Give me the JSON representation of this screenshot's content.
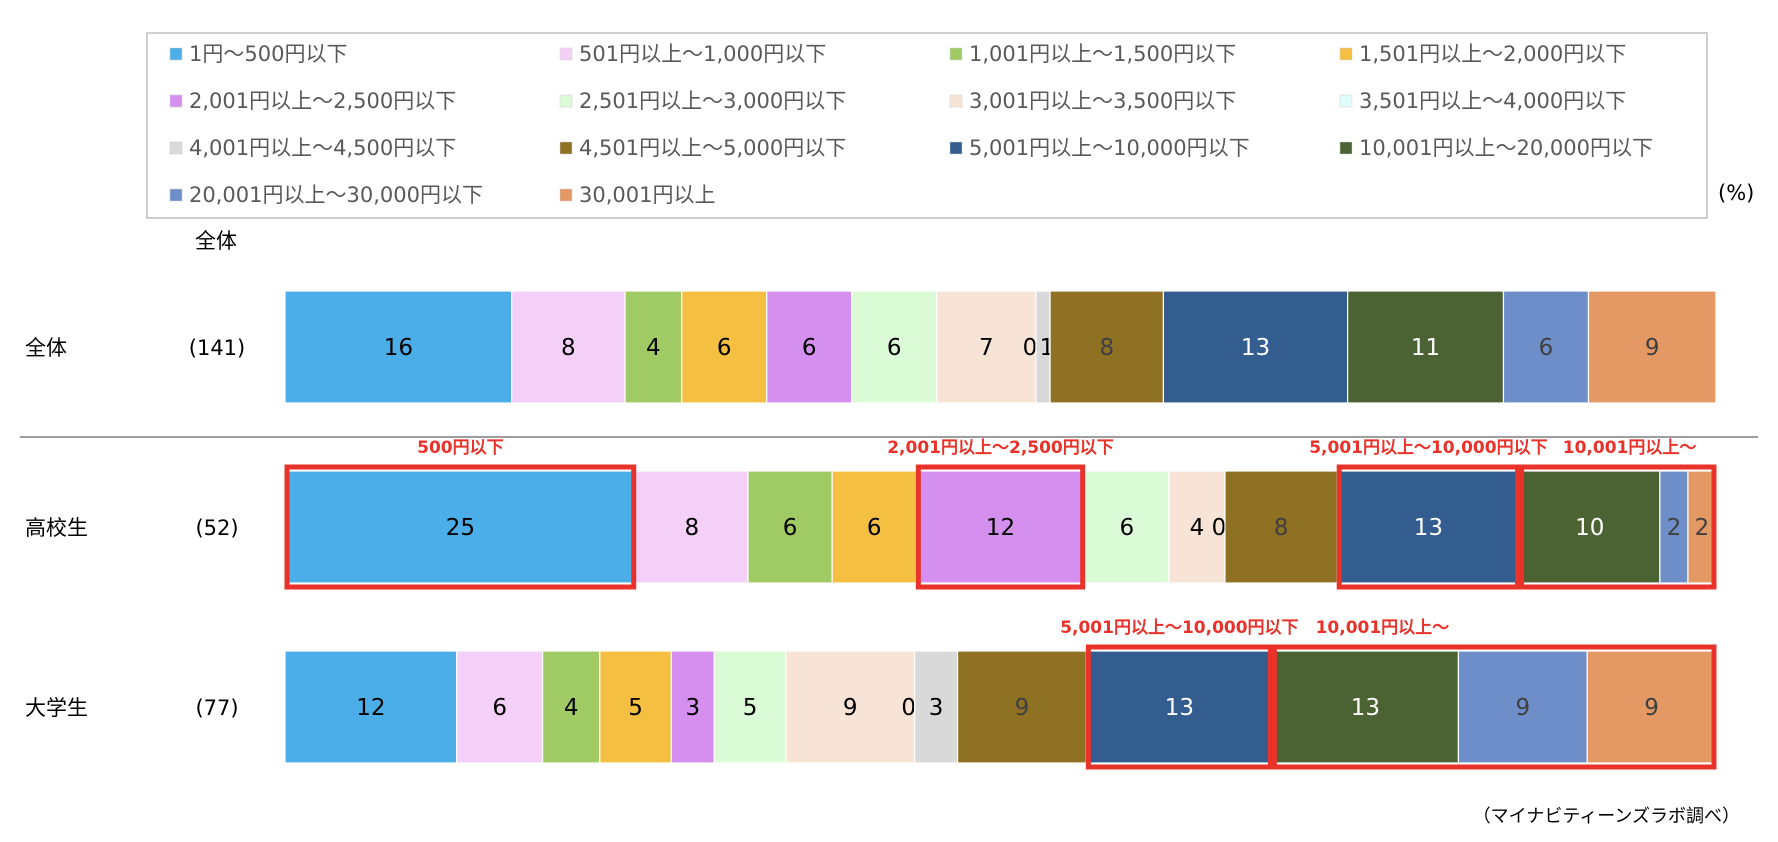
{
  "chart_data": {
    "type": "bar",
    "orientation": "horizontal",
    "stacked": true,
    "unit_label": "(%)",
    "header_label": "全体",
    "source": "（マイナビティーンズラボ調べ）",
    "legend_position": "top",
    "categories": [
      "1円～500円以下",
      "501円以上～1,000円以下",
      "1,001円以上～1,500円以下",
      "1,501円以上～2,000円以下",
      "2,001円以上～2,500円以下",
      "2,501円以上～3,000円以下",
      "3,001円以上～3,500円以下",
      "3,501円以上～4,000円以下",
      "4,001円以上～4,500円以下",
      "4,501円以上～5,000円以下",
      "5,001円以上～10,000円以下",
      "10,001円以上～20,000円以下",
      "20,001円以上～30,000円以下",
      "30,001円以上"
    ],
    "colors": [
      "#4baee8",
      "#f4d0f9",
      "#a0cb64",
      "#f5bf42",
      "#d48fef",
      "#dafbd6",
      "#f7e4d6",
      "#e0fdfb",
      "#d9d9d9",
      "#8f7124",
      "#335d8f",
      "#4b6332",
      "#6e8ec9",
      "#e49864"
    ],
    "label_colors": [
      "#000000",
      "#000000",
      "#000000",
      "#000000",
      "#000000",
      "#000000",
      "#000000",
      "#000000",
      "#000000",
      "#404040",
      "#ffffff",
      "#ffffff",
      "#404040",
      "#404040"
    ],
    "rows": [
      {
        "name": "全体",
        "n": "(141)",
        "values": [
          16,
          8,
          4,
          6,
          6,
          6,
          7,
          0,
          1,
          8,
          13,
          11,
          6,
          9
        ],
        "labels": [
          "16",
          "8",
          "4",
          "6",
          "6",
          "6",
          "7",
          "0",
          "1",
          "8",
          "13",
          "11",
          "6",
          "9"
        ]
      },
      {
        "name": "高校生",
        "n": "(52)",
        "values": [
          25,
          8,
          6,
          6,
          12,
          6,
          4,
          0,
          0,
          8,
          13,
          10,
          2,
          2
        ],
        "labels": [
          "25",
          "8",
          "6",
          "6",
          "12",
          "6",
          "4",
          "0",
          "",
          "8",
          "13",
          "10",
          "2",
          "2"
        ]
      },
      {
        "name": "大学生",
        "n": "(77)",
        "values": [
          12,
          6,
          4,
          5,
          3,
          5,
          9,
          0,
          3,
          9,
          13,
          13,
          9,
          9
        ],
        "labels": [
          "12",
          "6",
          "4",
          "5",
          "3",
          "5",
          "9",
          "0",
          "3",
          "9",
          "13",
          "13",
          "9",
          "9"
        ]
      }
    ],
    "annotations": [
      {
        "row": 1,
        "from": 0,
        "to": 0,
        "text": "500円以下"
      },
      {
        "row": 1,
        "from": 4,
        "to": 4,
        "text": "2,001円以上～2,500円以下"
      },
      {
        "row": 1,
        "from": 10,
        "to": 10,
        "text": "5,001円以上～10,000円以下"
      },
      {
        "row": 1,
        "from": 11,
        "to": 13,
        "text": "10,001円以上～"
      },
      {
        "row": 2,
        "from": 10,
        "to": 10,
        "text": "5,001円以上～10,000円以下"
      },
      {
        "row": 2,
        "from": 11,
        "to": 13,
        "text": "10,001円以上～"
      }
    ]
  }
}
